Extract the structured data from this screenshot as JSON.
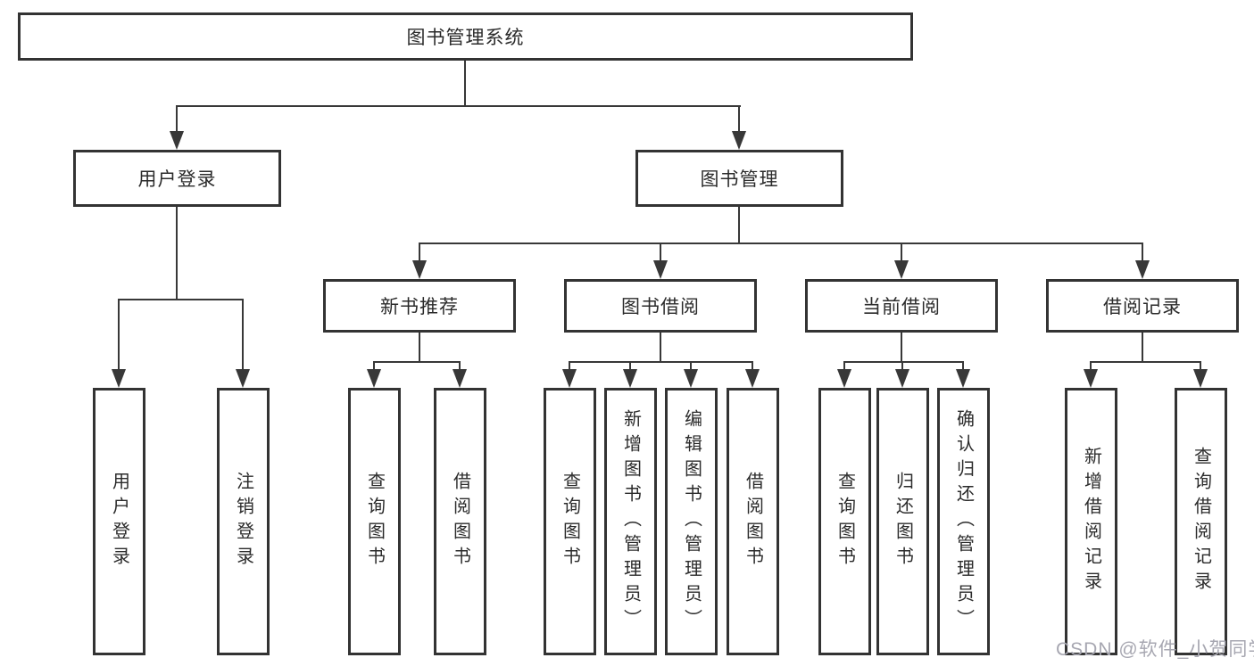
{
  "diagram": {
    "type": "hierarchy-tree",
    "nodes": {
      "root": "图书管理系统",
      "level2": [
        "用户登录",
        "图书管理"
      ],
      "level3": [
        "新书推荐",
        "图书借阅",
        "当前借阅",
        "借阅记录"
      ],
      "leaves": [
        "用户登录",
        "注销登录",
        "查询图书",
        "借阅图书",
        "查询图书",
        "新增图书（管理员）",
        "编辑图书（管理员）",
        "借阅图书",
        "查询图书",
        "归还图书",
        "确认归还（管理员）",
        "新增借阅记录",
        "查询借阅记录"
      ]
    },
    "edges": [
      {
        "from": "图书管理系统",
        "to": [
          "用户登录",
          "图书管理"
        ]
      },
      {
        "from": "用户登录",
        "to": [
          "用户登录",
          "注销登录"
        ]
      },
      {
        "from": "图书管理",
        "to": [
          "新书推荐",
          "图书借阅",
          "当前借阅",
          "借阅记录"
        ]
      },
      {
        "from": "新书推荐",
        "to": [
          "查询图书",
          "借阅图书"
        ]
      },
      {
        "from": "图书借阅",
        "to": [
          "查询图书",
          "新增图书（管理员）",
          "编辑图书（管理员）",
          "借阅图书"
        ]
      },
      {
        "from": "当前借阅",
        "to": [
          "查询图书",
          "归还图书",
          "确认归还（管理员）"
        ]
      },
      {
        "from": "借阅记录",
        "to": [
          "新增借阅记录",
          "查询借阅记录"
        ]
      }
    ],
    "colors": {
      "line": "#383838",
      "box_border": "#333333",
      "box_background": "#ffffff",
      "text": "#2b2b2b",
      "watermark": "#a7a7b1",
      "page_background": "#ffffff"
    }
  },
  "watermark": {
    "text": "CSDN @软件_小贺同学"
  }
}
